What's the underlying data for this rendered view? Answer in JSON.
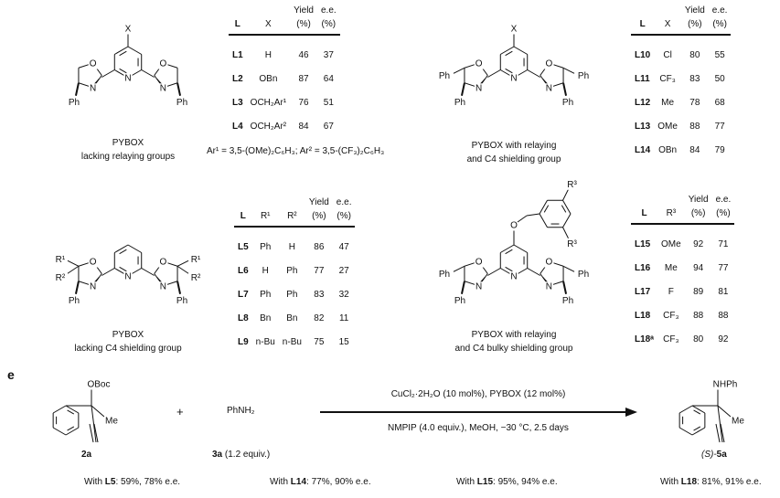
{
  "panel_label": "e",
  "atoms": {
    "O": "O",
    "N": "N",
    "Ph": "Ph",
    "X": "X",
    "R1": "R¹",
    "R2": "R²",
    "R3": "R³",
    "Me": "Me",
    "OBoc": "OBoc",
    "NHPh": "NHPh"
  },
  "structures": [
    {
      "caption": [
        "PYBOX",
        "lacking relaying groups"
      ]
    },
    {
      "caption": [
        "PYBOX with relaying",
        "and C4 shielding group"
      ]
    },
    {
      "caption": [
        "PYBOX",
        "lacking C4 shielding group"
      ]
    },
    {
      "caption": [
        "PYBOX with relaying",
        "and C4 bulky shielding group"
      ]
    }
  ],
  "tables": [
    {
      "headers": [
        "L",
        "X",
        "Yield (%)",
        "e.e. (%)"
      ],
      "rows": [
        [
          "L1",
          "H",
          "46",
          "37"
        ],
        [
          "L2",
          "OBn",
          "87",
          "64"
        ],
        [
          "L3",
          "OCH₂Ar¹",
          "76",
          "51"
        ],
        [
          "L4",
          "OCH₂Ar²",
          "84",
          "67"
        ]
      ]
    },
    {
      "headers": [
        "L",
        "X",
        "Yield (%)",
        "e.e. (%)"
      ],
      "rows": [
        [
          "L10",
          "Cl",
          "80",
          "55"
        ],
        [
          "L11",
          "CF₃",
          "83",
          "50"
        ],
        [
          "L12",
          "Me",
          "78",
          "68"
        ],
        [
          "L13",
          "OMe",
          "88",
          "77"
        ],
        [
          "L14",
          "OBn",
          "84",
          "79"
        ]
      ]
    },
    {
      "headers": [
        "L",
        "R¹",
        "R²",
        "Yield (%)",
        "e.e. (%)"
      ],
      "rows": [
        [
          "L5",
          "Ph",
          "H",
          "86",
          "47"
        ],
        [
          "L6",
          "H",
          "Ph",
          "77",
          "27"
        ],
        [
          "L7",
          "Ph",
          "Ph",
          "83",
          "32"
        ],
        [
          "L8",
          "Bn",
          "Bn",
          "82",
          "11"
        ],
        [
          "L9",
          "n-Bu",
          "n-Bu",
          "75",
          "15"
        ]
      ]
    },
    {
      "headers": [
        "L",
        "R³",
        "Yield (%)",
        "e.e. (%)"
      ],
      "rows": [
        [
          "L15",
          "OMe",
          "92",
          "71"
        ],
        [
          "L16",
          "Me",
          "94",
          "77"
        ],
        [
          "L17",
          "F",
          "89",
          "81"
        ],
        [
          "L18",
          "CF₃",
          "88",
          "88"
        ],
        [
          "L18ᵃ",
          "CF₃",
          "80",
          "92"
        ]
      ]
    }
  ],
  "footnote": "Ar¹ = 3,5-(OMe)₂C₆H₃; Ar² = 3,5-(CF₃)₂C₆H₃",
  "scheme": {
    "substrate_label": "2a",
    "plus": "+",
    "reagent": "PhNH₂",
    "reagent_label_bold": "3a",
    "reagent_label_rest": " (1.2 equiv.)",
    "conditions_top": "CuCl₂·2H₂O (10 mol%), PYBOX (12 mol%)",
    "conditions_bottom": "NMPIP (4.0 equiv.), MeOH, −30 °C, 2.5 days",
    "product_prefix": "(S)-",
    "product_label": "5a"
  },
  "results": [
    {
      "pre": "With ",
      "ligand": "L5",
      "post": ": 59%, 78% e.e."
    },
    {
      "pre": "With ",
      "ligand": "L14",
      "post": ": 77%, 90% e.e."
    },
    {
      "pre": "With ",
      "ligand": "L15",
      "post": ": 95%, 94% e.e."
    },
    {
      "pre": "With ",
      "ligand": "L18",
      "post": ": 81%, 91% e.e."
    }
  ]
}
